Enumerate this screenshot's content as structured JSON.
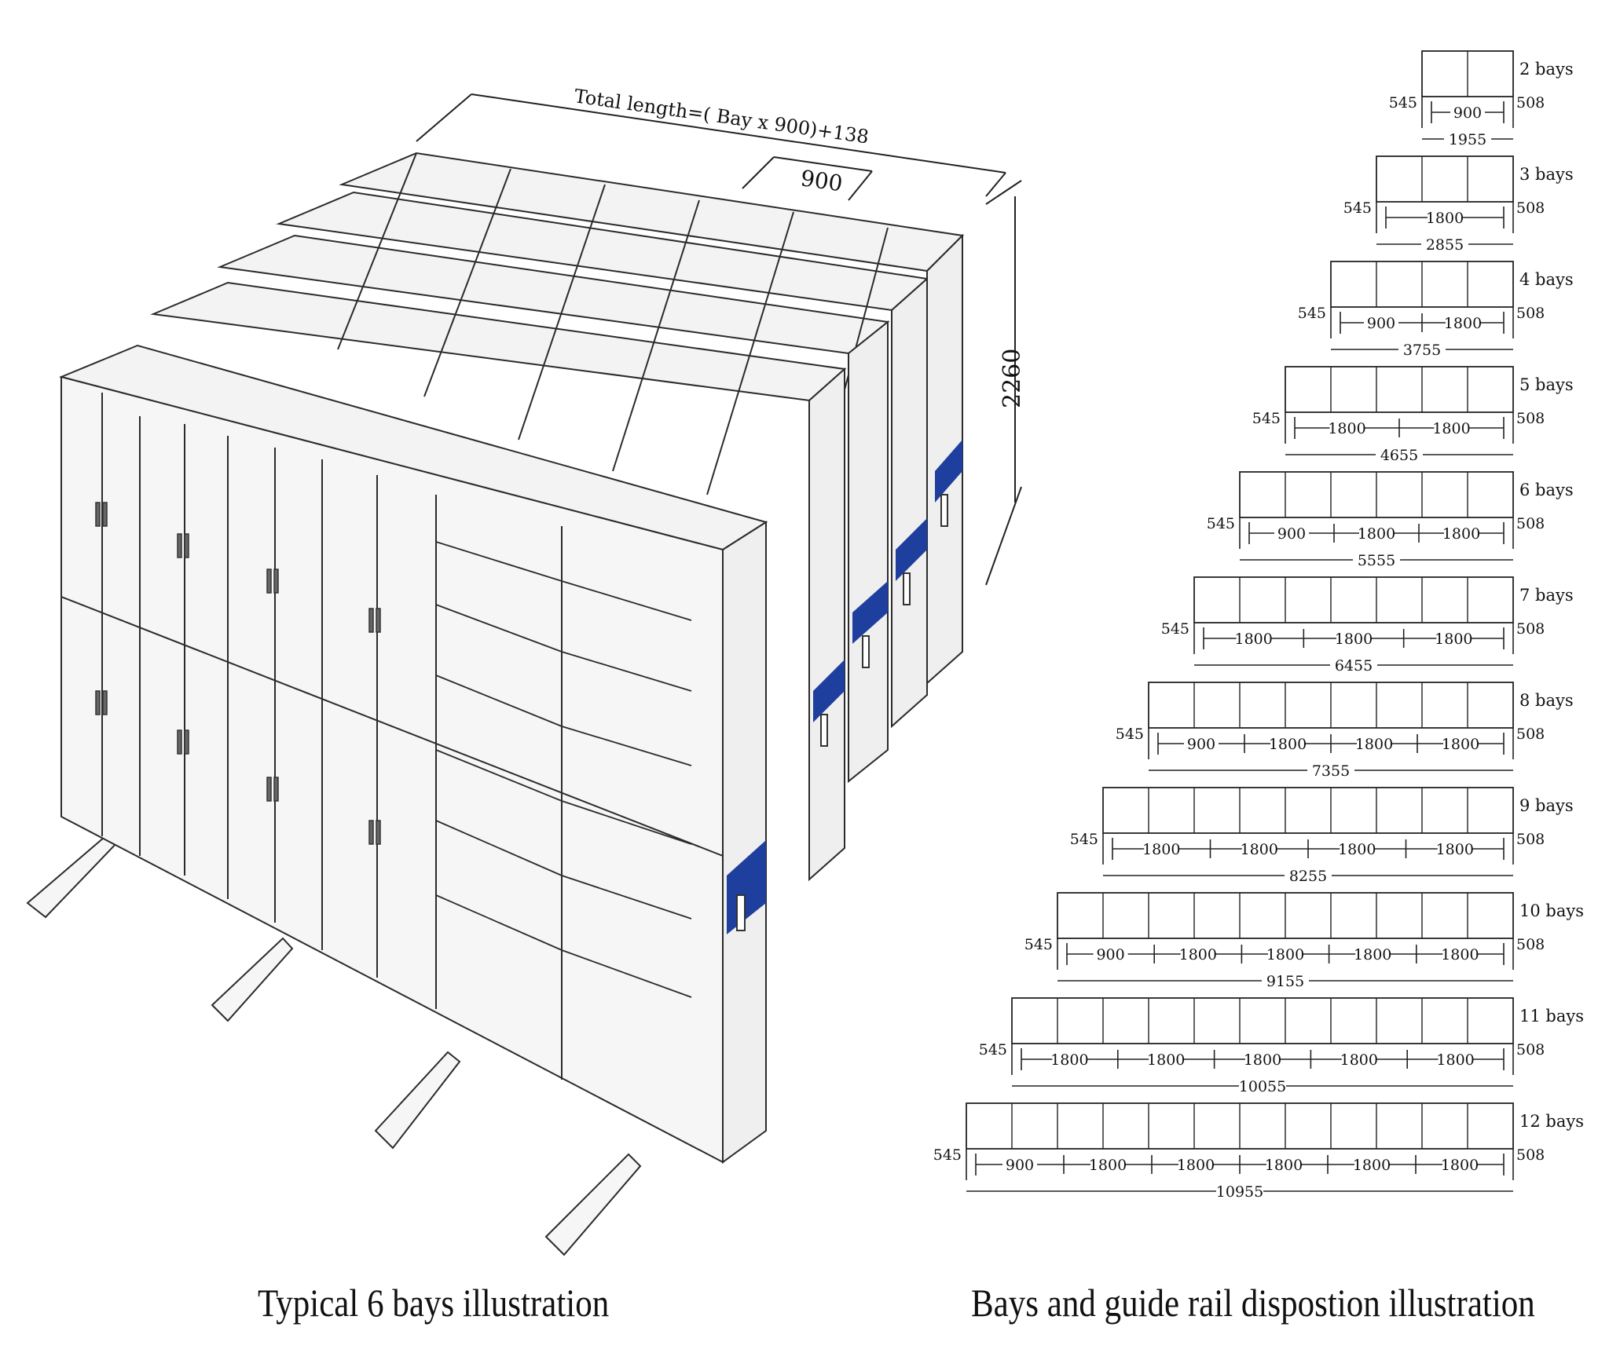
{
  "left": {
    "total_length_label": "Total length=( Bay x 900)+138",
    "bay_width_label": "900",
    "height_label": "2260",
    "caption": "Typical 6 bays illustration",
    "colors": {
      "line": "#2b2b2b",
      "panel": "#f3f3f3",
      "handle": "#1f3f9e"
    }
  },
  "right": {
    "caption": "Bays and guide rail dispostion illustration",
    "left_offset_label": "545",
    "right_offset_label": "508",
    "configs": [
      {
        "label": "2 bays",
        "cells": 2,
        "segments": [
          "900"
        ],
        "total": "1955"
      },
      {
        "label": "3 bays",
        "cells": 3,
        "segments": [
          "1800"
        ],
        "total": "2855"
      },
      {
        "label": "4 bays",
        "cells": 4,
        "segments": [
          "900",
          "1800"
        ],
        "total": "3755"
      },
      {
        "label": "5 bays",
        "cells": 5,
        "segments": [
          "1800",
          "1800"
        ],
        "total": "4655"
      },
      {
        "label": "6 bays",
        "cells": 6,
        "segments": [
          "900",
          "1800",
          "1800"
        ],
        "total": "5555"
      },
      {
        "label": "7 bays",
        "cells": 7,
        "segments": [
          "1800",
          "1800",
          "1800"
        ],
        "total": "6455"
      },
      {
        "label": "8 bays",
        "cells": 8,
        "segments": [
          "900",
          "1800",
          "1800",
          "1800"
        ],
        "total": "7355"
      },
      {
        "label": "9 bays",
        "cells": 9,
        "segments": [
          "1800",
          "1800",
          "1800",
          "1800"
        ],
        "total": "8255"
      },
      {
        "label": "10 bays",
        "cells": 10,
        "segments": [
          "900",
          "1800",
          "1800",
          "1800",
          "1800"
        ],
        "total": "9155"
      },
      {
        "label": "11 bays",
        "cells": 11,
        "segments": [
          "1800",
          "1800",
          "1800",
          "1800",
          "1800"
        ],
        "total": "10055"
      },
      {
        "label": "12 bays",
        "cells": 12,
        "segments": [
          "900",
          "1800",
          "1800",
          "1800",
          "1800",
          "1800"
        ],
        "total": "10955"
      }
    ]
  }
}
